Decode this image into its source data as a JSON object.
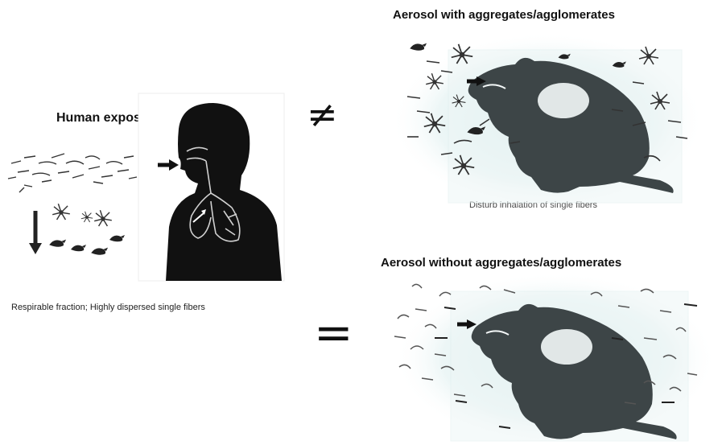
{
  "human": {
    "title": "Human exposure",
    "caption": "Respirable fraction; Highly dispersed single fibers"
  },
  "symbols": {
    "not_equal": "≠",
    "equal": "="
  },
  "aerosol_with": {
    "title": "Aerosol with aggregates/agglomerates",
    "caption": "Disturb inhalation of single fibers"
  },
  "aerosol_without": {
    "title": "Aerosol without aggregates/agglomerates"
  },
  "colors": {
    "silhouette": "#3d4547",
    "glow": "#d6ecec",
    "fiber": "#222222",
    "fiber_gray": "#777777",
    "lung": "#bbbbbb"
  }
}
